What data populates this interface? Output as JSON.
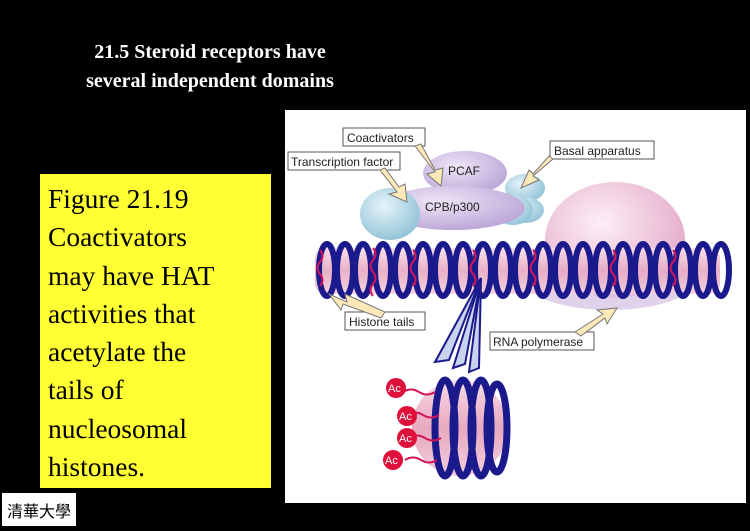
{
  "slide": {
    "title_line1": "21.5 Steroid receptors have",
    "title_line2": "several independent domains",
    "caption_lines": [
      "Figure 21.19",
      "Coactivators",
      "may have HAT",
      "activities that",
      "acetylate the",
      "tails of",
      "nucleosomal",
      "histones."
    ]
  },
  "figure": {
    "labels": {
      "coactivators": "Coactivators",
      "transcription_factor": "Transcription factor",
      "basal_apparatus": "Basal apparatus",
      "pcaf": "PCAF",
      "cpb_p300": "CPB/p300",
      "histone_tails": "Histone tails",
      "rna_polymerase": "RNA polymerase",
      "acetyl": "Ac"
    }
  },
  "logo": {
    "text": "清華大學"
  },
  "colors": {
    "background": "#000000",
    "caption_box": "#ffff33",
    "dna": "#1a1a8c",
    "nucleosome": "#e8b4c8",
    "histone_tail": "#d4145a",
    "pcaf": "#c9b8e0",
    "basal": "#f4c6dc",
    "coactivator_blue": "#b7dceb",
    "callout": "#fde8b8"
  }
}
